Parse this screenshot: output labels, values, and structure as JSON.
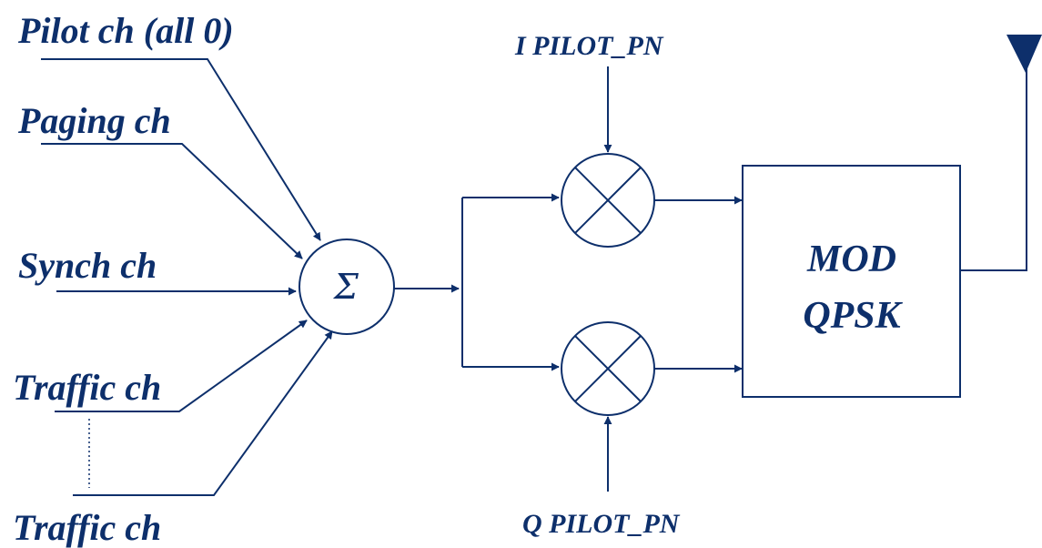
{
  "inputs": {
    "pilot": "Pilot ch (all 0)",
    "paging": "Paging ch",
    "synch": "Synch ch",
    "traffic_1": "Traffic ch",
    "traffic_2": "Traffic ch"
  },
  "summer_symbol": "Σ",
  "pn": {
    "i": "I PILOT_PN",
    "q": "Q  PILOT_PN"
  },
  "modulator": {
    "line1": "MOD",
    "line2": "QPSK"
  },
  "colors": {
    "line": "#0d2f6b",
    "text": "#0d2f6b",
    "background": "#ffffff"
  },
  "icons": {
    "summer": "sigma-summer-icon",
    "mixer": "multiplier-circle-icon",
    "antenna": "antenna-triangle-icon"
  }
}
